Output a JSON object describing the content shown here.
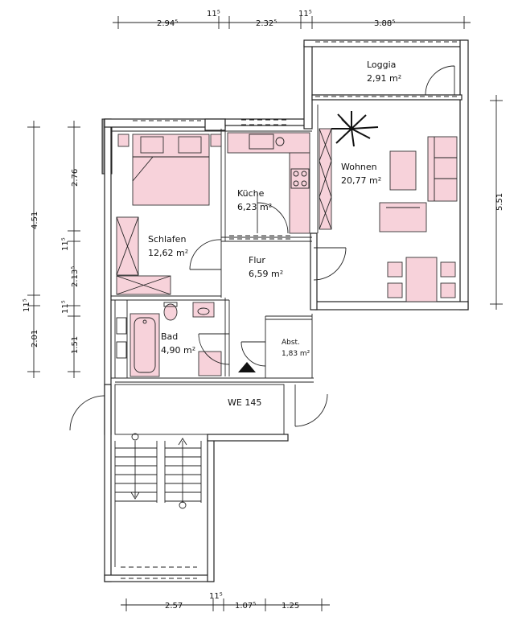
{
  "plan": {
    "unit_label": "WE 145",
    "rooms": {
      "loggia": {
        "name": "Loggia",
        "area": "2,91 m²"
      },
      "wohnen": {
        "name": "Wohnen",
        "area": "20,77 m²"
      },
      "kueche": {
        "name": "Küche",
        "area": "6,23 m²"
      },
      "schlafen": {
        "name": "Schlafen",
        "area": "12,62 m²"
      },
      "flur": {
        "name": "Flur",
        "area": "6,59 m²"
      },
      "bad": {
        "name": "Bad",
        "area": "4,90 m²"
      },
      "abst": {
        "name": "Abst.",
        "area": "1,83 m²"
      }
    },
    "dims_top": [
      "2.94⁵",
      "11⁵",
      "2.32⁵",
      "11⁵",
      "3.88⁵"
    ],
    "dims_bottom": [
      "2.57",
      "11⁵",
      "1.07⁵",
      "1.25"
    ],
    "dims_left_outer": [
      "4.51",
      "11⁵",
      "2.01"
    ],
    "dims_left_inner": [
      "2.76",
      "11⁵",
      "2.13⁵",
      "11⁵",
      "1.51"
    ],
    "dims_right": [
      "5.51"
    ]
  }
}
